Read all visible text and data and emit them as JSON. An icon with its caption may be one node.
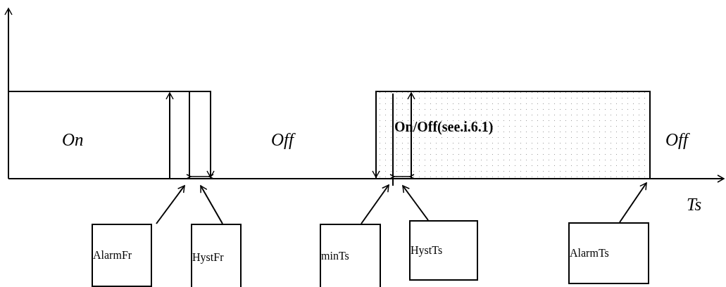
{
  "diagram": {
    "nodes": [
      {
        "text": [
          "AlarmFr"
        ]
      },
      {
        "text": [
          "HystFr"
        ]
      },
      {
        "text": [
          "minTs"
        ]
      },
      {
        "text": [
          "HystTs"
        ]
      },
      {
        "text": [
          "AlarmTs"
        ]
      }
    ],
    "edges": [
      {
        "from": 0,
        "to": null,
        "arrow": "to"
      },
      {
        "from": 1,
        "to": null,
        "arrow": "to"
      },
      {
        "from": 2,
        "to": null,
        "arrow": "to"
      },
      {
        "from": 3,
        "to": null,
        "arrow": "to"
      },
      {
        "from": 4,
        "to": null,
        "arrow": "to"
      }
    ],
    "labels": [
      "On",
      "Off",
      "On/Off(see.i.6.1)",
      "Off",
      "Ts"
    ]
  }
}
